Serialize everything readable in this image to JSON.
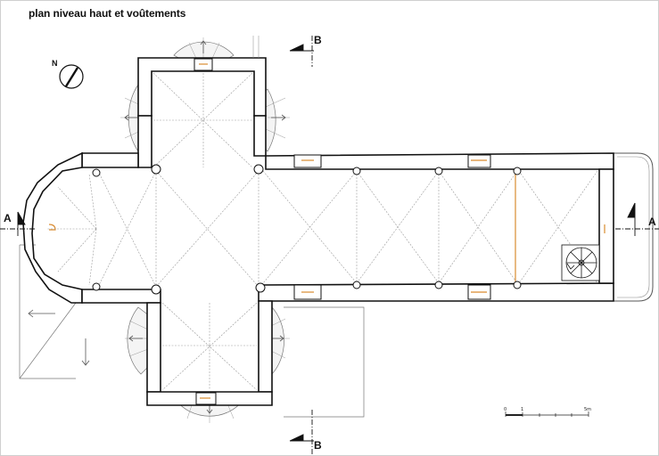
{
  "title": "plan niveau haut et voûtements",
  "sections": {
    "a_left": "A",
    "a_right": "A",
    "b_top": "B",
    "b_bottom": "B"
  },
  "north": {
    "label": "N"
  },
  "scale": {
    "start": "0",
    "one": "1",
    "end": "5m"
  },
  "colors": {
    "wall": "#111111",
    "vault": "#9a9a9a",
    "accent": "#d98b2f",
    "roof": "#777777"
  }
}
